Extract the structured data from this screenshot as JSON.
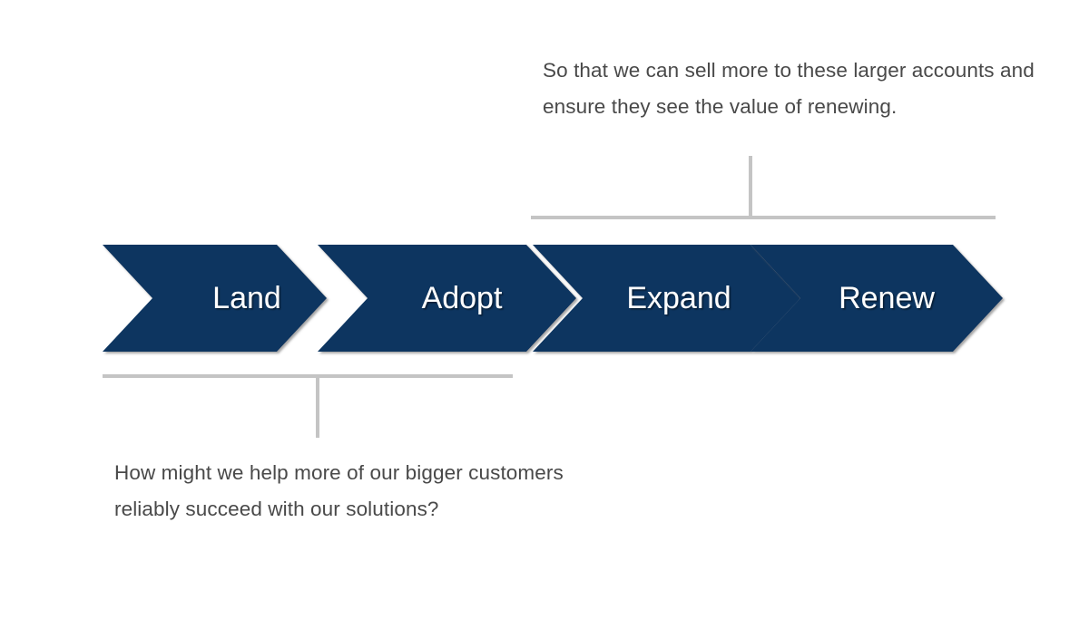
{
  "slide": {
    "background_color": "#ffffff",
    "accent_color": "#0a3560",
    "leader_line_color": "#c4c4c4",
    "annotation_text_color": "#494949"
  },
  "process": {
    "name": "customer-lifecycle-flow",
    "type": "chevron-process",
    "steps": [
      {
        "label": "Land"
      },
      {
        "label": "Adopt"
      },
      {
        "label": "Expand"
      },
      {
        "label": "Renew"
      }
    ]
  },
  "annotations": {
    "top": {
      "text": "So that we can sell more to these larger accounts and ensure they see the value of renewing.",
      "covers_steps": [
        "Expand",
        "Renew"
      ]
    },
    "bottom": {
      "text": "How might we help more of our bigger customers reliably succeed with our solutions?",
      "covers_steps": [
        "Land",
        "Adopt"
      ]
    }
  }
}
